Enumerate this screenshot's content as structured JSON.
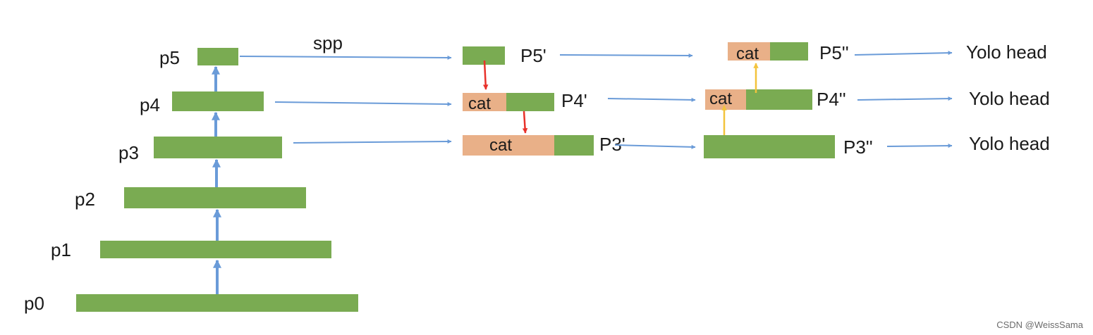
{
  "colors": {
    "feature_bar": "#7aab52",
    "concat": "#e9b088",
    "arrow_blue": "#6a9bd8",
    "arrow_red": "#e8312a",
    "arrow_yellow": "#f3c33c",
    "text": "#1a1a1a"
  },
  "backbone": {
    "p0": "p0",
    "p1": "p1",
    "p2": "p2",
    "p3": "p3",
    "p4": "p4",
    "p5": "p5"
  },
  "spp_label": "spp",
  "topdown": {
    "p5": "P5'",
    "p4": "P4'",
    "p3": "P3'"
  },
  "bottomup": {
    "p5": "P5''",
    "p4": "P4''",
    "p3": "P3''"
  },
  "cat_label": "cat",
  "head_label": "Yolo head",
  "watermark": "CSDN @WeissSama"
}
